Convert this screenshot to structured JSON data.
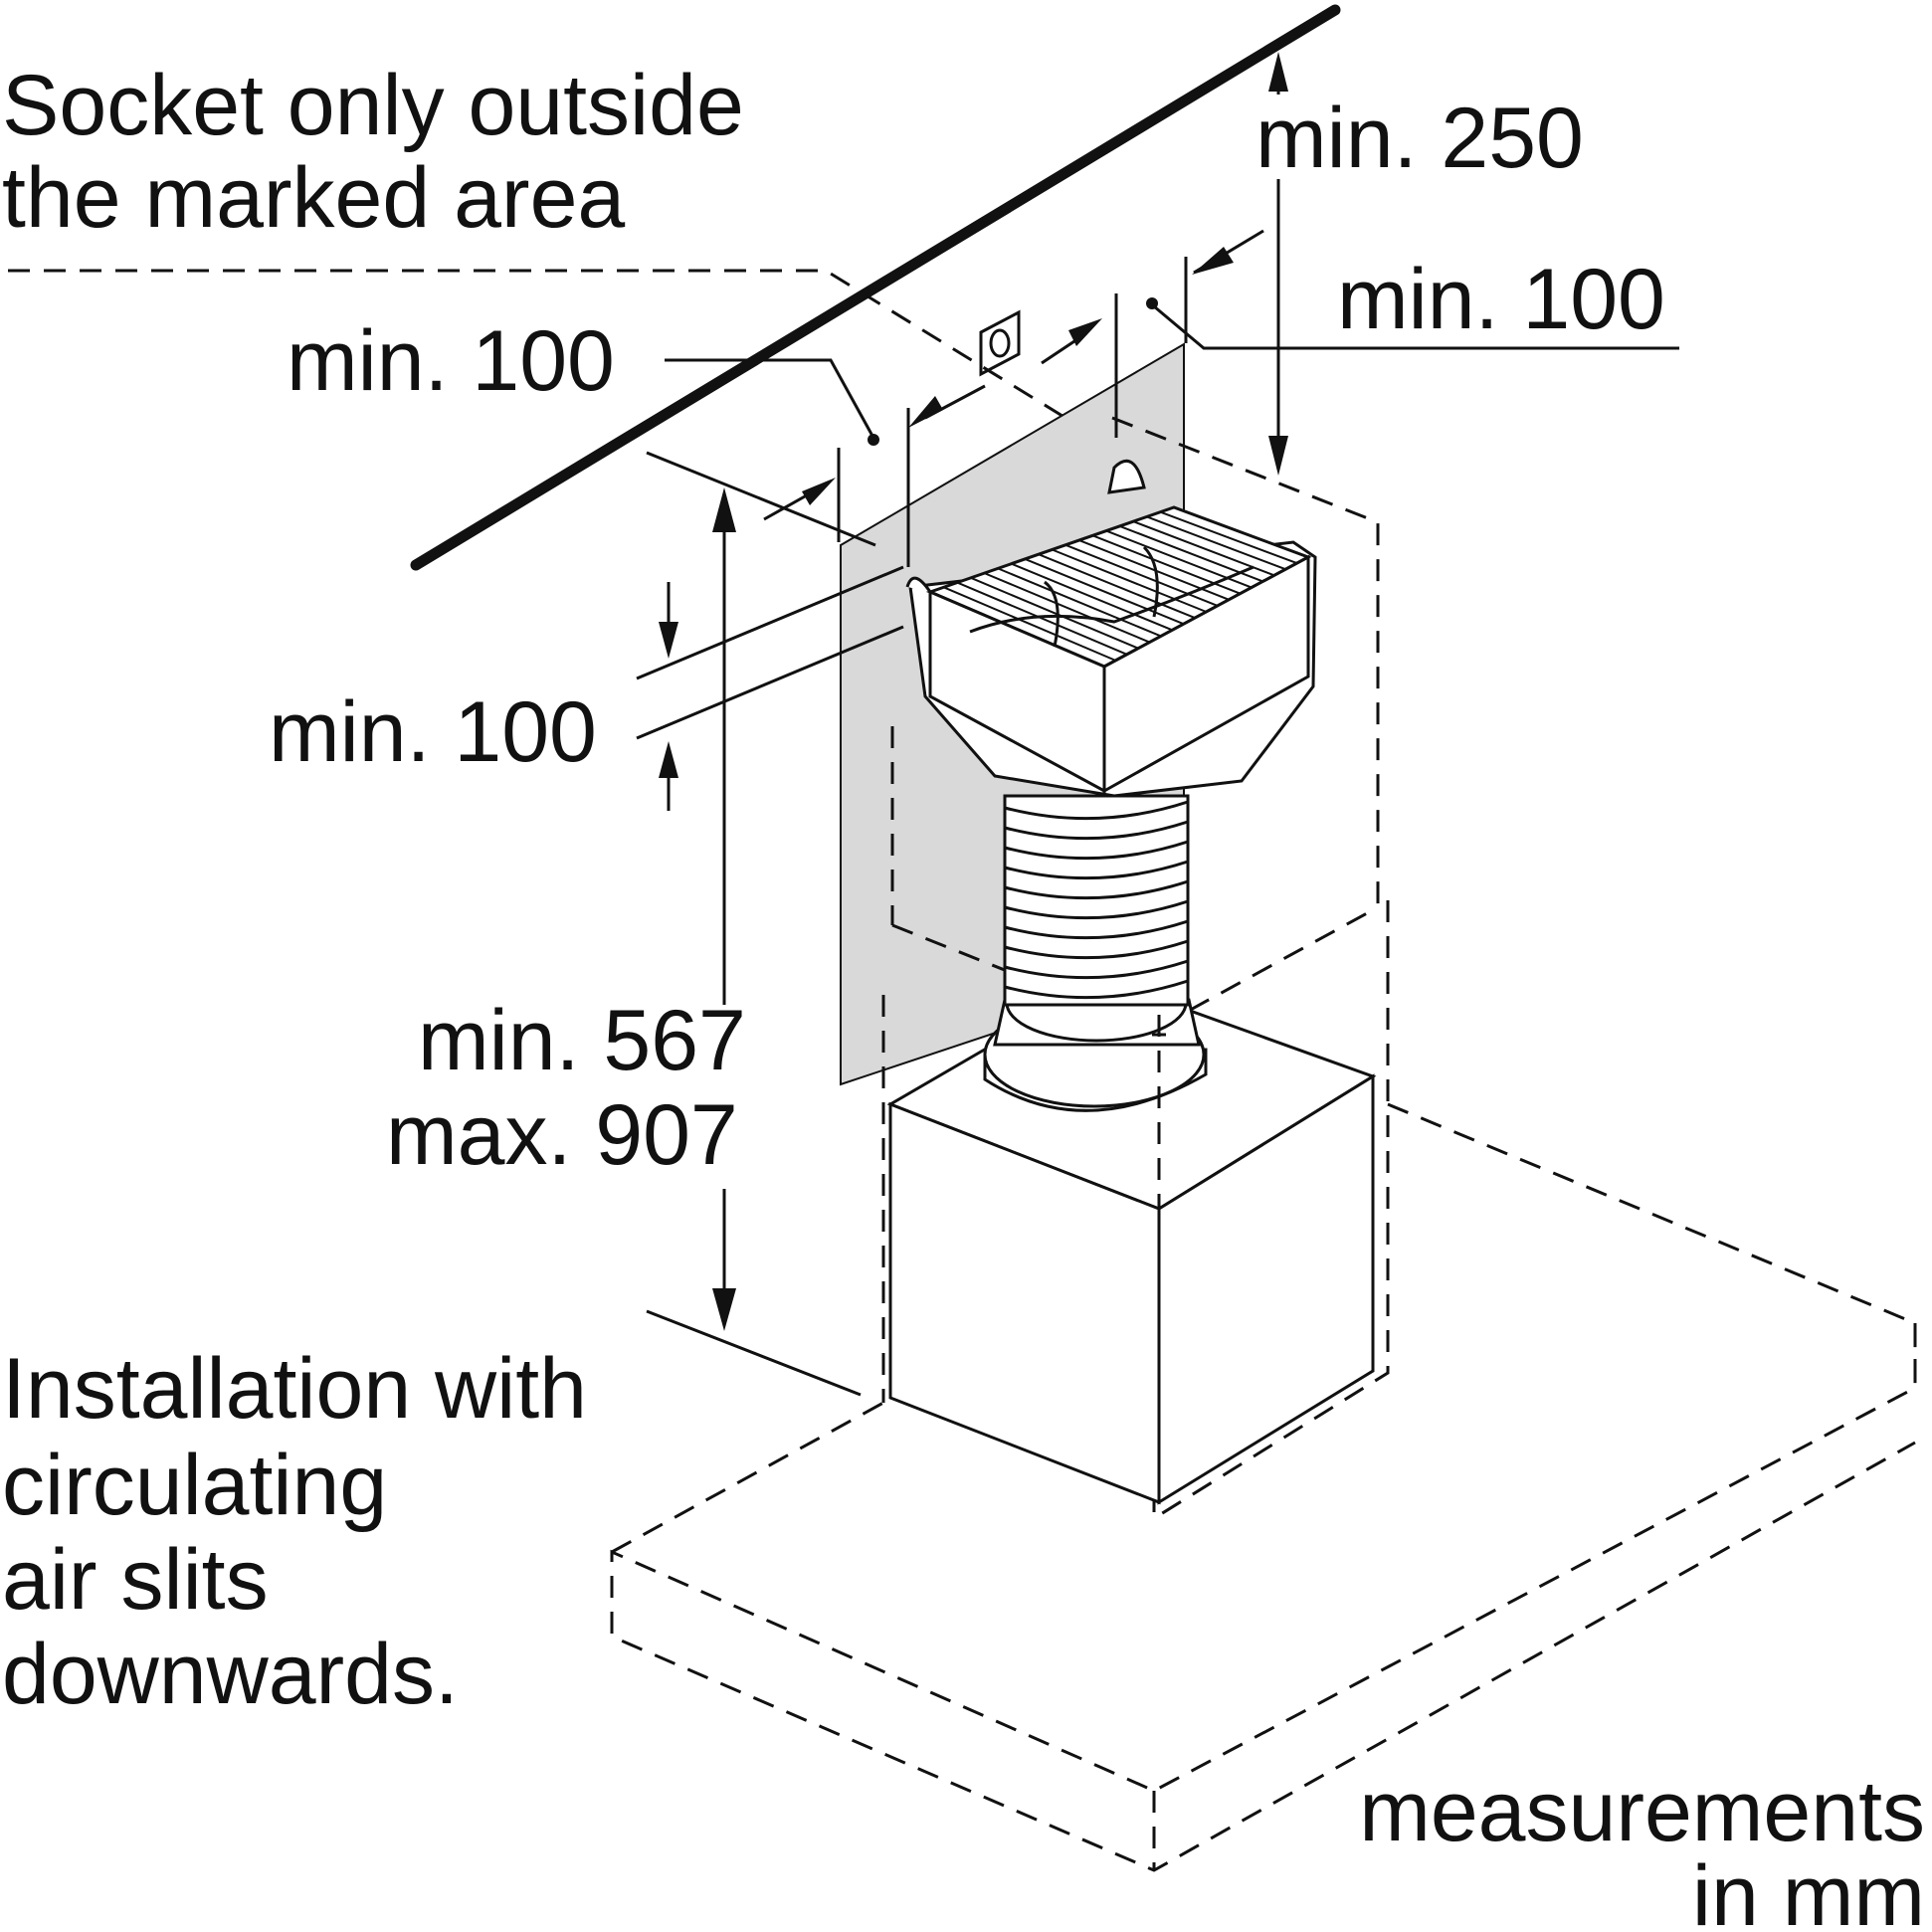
{
  "notes": {
    "socket_line1": "Socket only outside",
    "socket_line2": "the marked area",
    "install_line1": "Installation with",
    "install_line2": "circulating",
    "install_line3": "air slits",
    "install_line4": "downwards.",
    "units_line1": "measurements",
    "units_line2": "in mm"
  },
  "dimensions": {
    "top_clearance": "min. 250",
    "right_socket": "min. 100",
    "left_socket": "min. 100",
    "vertical_socket": "min. 100",
    "height_min": "min. 567",
    "height_max": "max. 907"
  },
  "colors": {
    "marked_area": "#d9d9d9",
    "ink": "#111111"
  }
}
